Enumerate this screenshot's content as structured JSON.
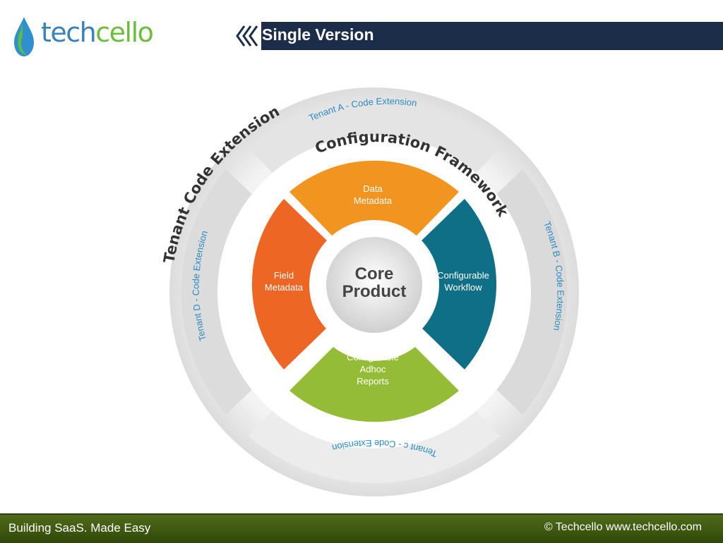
{
  "header": {
    "logo": "techcello",
    "title": "Single Version"
  },
  "diagram": {
    "core": [
      "Core",
      "Product"
    ],
    "ring_label": "Configuration Framework",
    "outer_label": "Tenant Code Extension",
    "segments": [
      {
        "lines": [
          "Data",
          "Metadata"
        ],
        "color": "#f29420"
      },
      {
        "lines": [
          "Configurable",
          "Workflow"
        ],
        "color": "#0e6f87"
      },
      {
        "lines": [
          "Configurable",
          "Adhoc",
          "Reports"
        ],
        "color": "#95bc36"
      },
      {
        "lines": [
          "Field",
          "Metadata"
        ],
        "color": "#ee6624"
      }
    ],
    "tenants": {
      "a": "Tenant A - Code Extension",
      "b": "Tenant B - Code Extension",
      "c": "Tenant c - Code Extension",
      "d": "Tenant D - Code Extension"
    }
  },
  "footer": {
    "left": "Building SaaS. Made Easy",
    "right": "© Techcello www.techcello.com"
  }
}
